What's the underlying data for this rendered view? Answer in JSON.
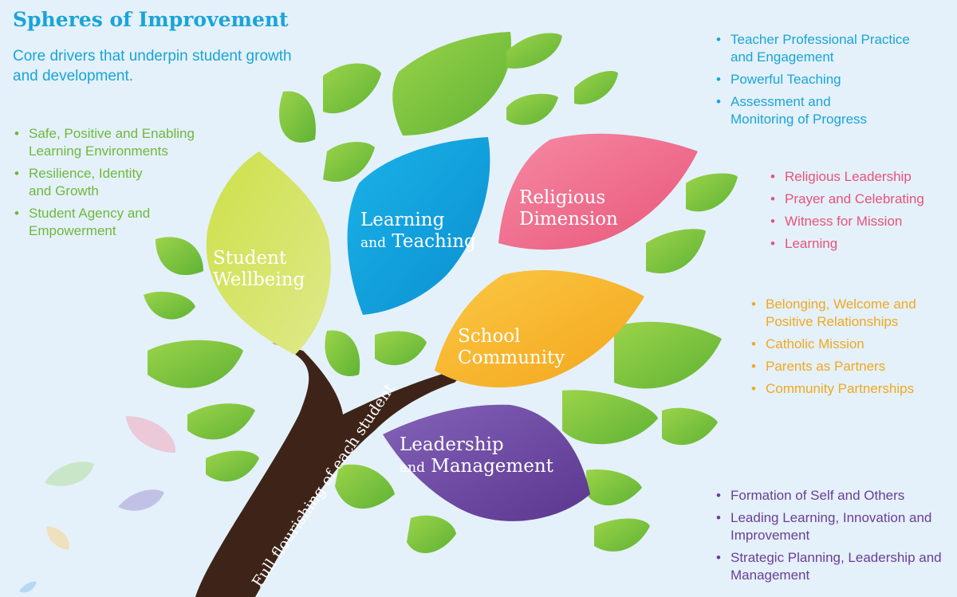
{
  "header": {
    "title": "Spheres of Improvement",
    "subtitle": "Core drivers that underpin student growth and development."
  },
  "trunk_text": "Full flourishing of each student",
  "leaves": {
    "wellbeing": {
      "line1": "Student",
      "line2": "Wellbeing",
      "color": "#c5dc45"
    },
    "learning": {
      "line1": "Learning",
      "line2_small": "and",
      "line2": "Teaching",
      "color": "#0ea5df"
    },
    "religious": {
      "line1": "Religious",
      "line2": "Dimension",
      "color": "#ef6b8a"
    },
    "community": {
      "line1": "School",
      "line2": "Community",
      "color": "#f7b52b"
    },
    "leadership": {
      "line1": "Leadership",
      "line2_small": "and",
      "line2": "Management",
      "color": "#6a45a0"
    }
  },
  "lists": {
    "wellbeing": [
      "Safe, Positive and Enabling Learning Environments",
      "Resilience, Identity and Growth",
      "Student Agency and Empowerment"
    ],
    "learning": [
      "Teacher Professional Practice and Engagement",
      "Powerful Teaching",
      "Assessment and Monitoring of Progress"
    ],
    "religious": [
      "Religious Leadership",
      "Prayer and Celebrating",
      "Witness for Mission",
      "Learning"
    ],
    "community": [
      "Belonging, Welcome and Positive Relationships",
      "Catholic Mission",
      "Parents as Partners",
      "Community Partnerships"
    ],
    "leadership": [
      "Formation of Self and Others",
      "Leading Learning, Innovation and Improvement",
      "Strategic Planning, Leadership and Management"
    ]
  },
  "colors": {
    "green": "#6fb83c",
    "blue": "#1aa4d8",
    "pink": "#e8527a",
    "orange": "#f0a81e",
    "purple": "#6a3e98",
    "trunk": "#3e2418",
    "background": "#e4f1fa"
  }
}
